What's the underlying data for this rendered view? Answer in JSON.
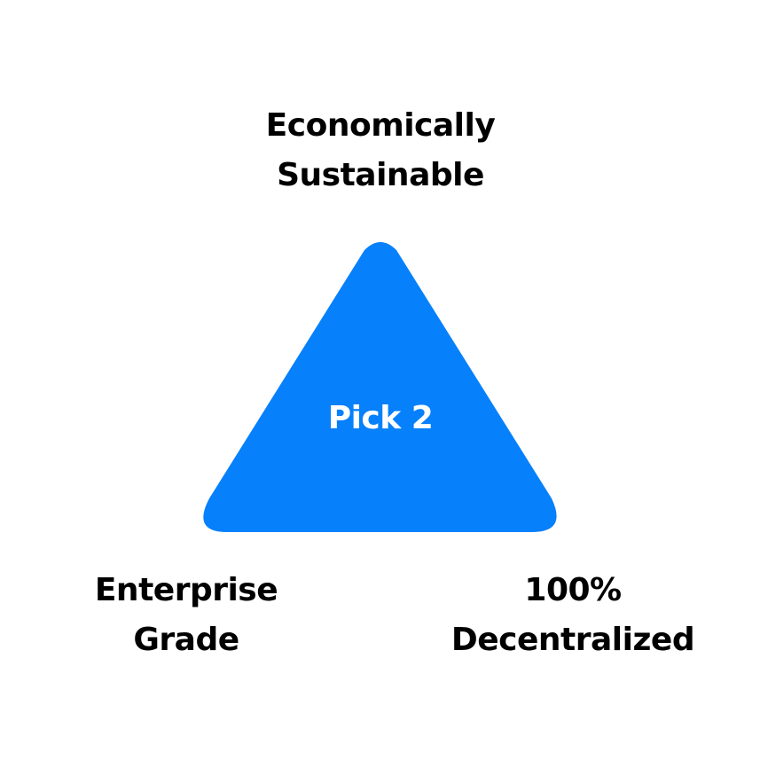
{
  "diagram": {
    "center_label": "Pick 2",
    "top": {
      "line1": "Economically",
      "line2": "Sustainable"
    },
    "bottom_left": {
      "line1": "Enterprise",
      "line2": "Grade"
    },
    "bottom_right": {
      "line1": "100%",
      "line2": "Decentralized"
    }
  },
  "colors": {
    "triangle_fill": "#0680FB",
    "text": "#000000",
    "center_text": "#FFFFFF",
    "background": "#FFFFFF"
  }
}
